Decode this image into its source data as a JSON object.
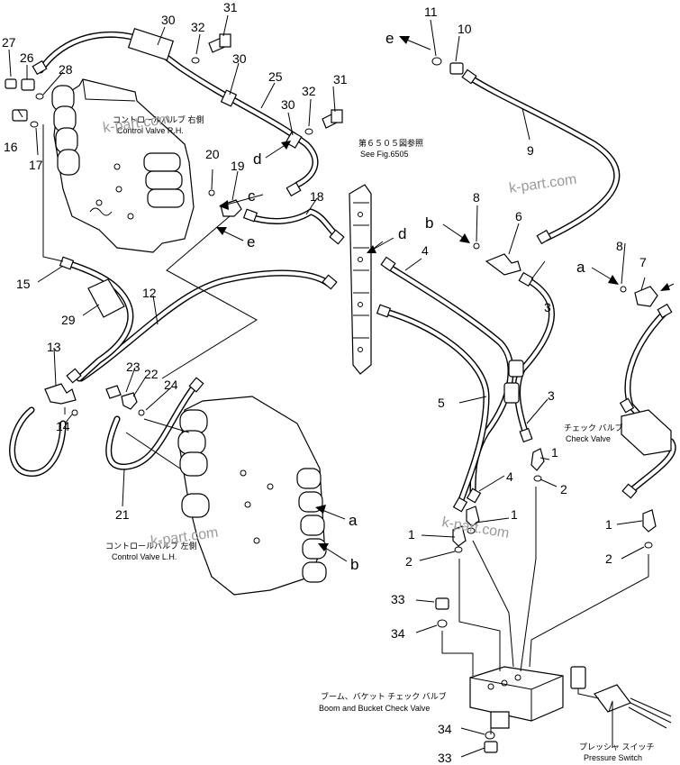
{
  "callouts": {
    "n1": "1",
    "n2": "2",
    "n3": "3",
    "n4": "4",
    "n5": "5",
    "n6": "6",
    "n7": "7",
    "n8": "8",
    "n9": "9",
    "n10": "10",
    "n11": "11",
    "n12": "12",
    "n13": "13",
    "n14": "14",
    "n15": "15",
    "n16": "16",
    "n17": "17",
    "n18": "18",
    "n19": "19",
    "n20": "20",
    "n21": "21",
    "n22": "22",
    "n23": "23",
    "n24": "24",
    "n25": "25",
    "n26": "26",
    "n27": "27",
    "n28": "28",
    "n29": "29",
    "n30": "30",
    "n31": "31",
    "n32": "32",
    "n33": "33",
    "n34": "34"
  },
  "letters": {
    "a": "a",
    "b": "b",
    "c": "c",
    "d": "d",
    "e": "e"
  },
  "labels": {
    "cv_rh_jp": "コントロールバルブ 右側",
    "cv_rh_en": "Control Valve R.H.",
    "cv_lh_jp": "コントロールバルブ 左側",
    "cv_lh_en": "Control Valve L.H.",
    "see_fig_jp": "第６５０５図参照",
    "see_fig_en": "See Fig.6505",
    "check_jp": "チェック バルブ",
    "check_en": "Check Valve",
    "boom_jp": "ブーム、バケット チェック バルブ",
    "boom_en": "Boom and Bucket Check Valve",
    "ps_jp": "プレッシャ スイッチ",
    "ps_en": "Pressure Switch"
  },
  "watermark": "k-part.com"
}
